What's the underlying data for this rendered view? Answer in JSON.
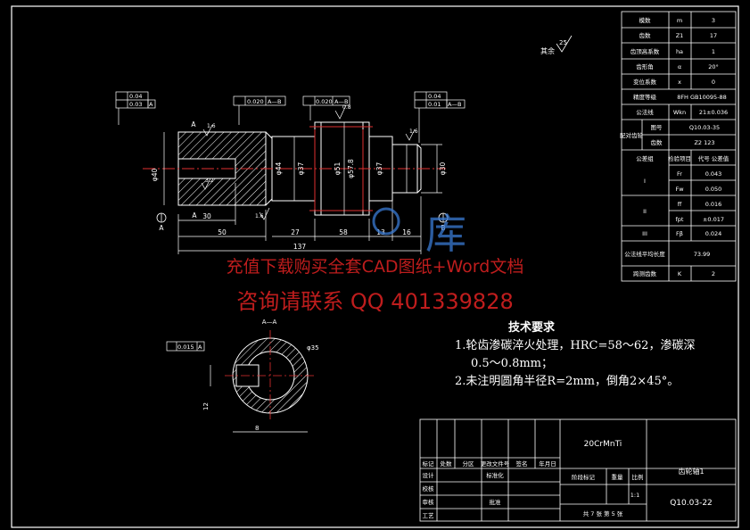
{
  "section_label": "A—A",
  "other_roughness": "其余",
  "roughness": {
    "other": "25",
    "teeth": "0.8",
    "bore": "1.6",
    "keyway": "3.2",
    "right_face": "1.6",
    "left_face": "1.6"
  },
  "tolerance_frames": {
    "left_runout": "0.04",
    "left_cyl": "0.03",
    "left_datum": "A",
    "dim1_val": "0.020",
    "dim1_ref": "A—B",
    "gear_val": "0.020",
    "gear_ref": "A—B",
    "right_runout": "0.04",
    "right_cyl": "0.01",
    "right_ref": "A—B",
    "sym_val": "0.015",
    "sym_ref": "A"
  },
  "dims": {
    "d40": "φ40",
    "d44": "φ44",
    "d37a": "φ37",
    "d51": "φ51",
    "d57": "φ57.8",
    "d37b": "φ37",
    "d30": "φ30",
    "l30": "30",
    "l50": "50",
    "l27": "27",
    "l58": "58",
    "l13": "13",
    "l16": "16",
    "l137": "137",
    "kw_width": "8",
    "kw_depth": "12",
    "kw_dia": "φ35",
    "section_a": "A",
    "section_a2": "A",
    "datum_a": "A",
    "datum_b": "B"
  },
  "params": [
    [
      "模数",
      "m",
      "3"
    ],
    [
      "齿数",
      "Z1",
      "17"
    ],
    [
      "齿顶高系数",
      "ha",
      "1"
    ],
    [
      "齿形角",
      "α",
      "20°"
    ],
    [
      "变位系数",
      "x",
      "0"
    ],
    [
      "精度等级",
      "8FH GB10095-88",
      ""
    ],
    [
      "公法线",
      "Wkn",
      "21±0.036"
    ],
    [
      "配对齿轮",
      "图号",
      "Q10.03-35"
    ],
    [
      "",
      "齿数",
      "Z2 123"
    ],
    [
      "公差组",
      "检验项目",
      "代号 公差值"
    ],
    [
      "I",
      "Fr",
      "0.043"
    ],
    [
      "",
      "Fw",
      "0.050"
    ],
    [
      "II",
      "ff",
      "0.016"
    ],
    [
      "",
      "fpt",
      "±0.017"
    ],
    [
      "III",
      "Fβ",
      "0.024"
    ],
    [
      "公法线平均长度",
      "",
      "73.99"
    ],
    [
      "跨测齿数",
      "K",
      "2"
    ]
  ],
  "tech": {
    "title": "技术要求",
    "line1": "1.轮齿渗碳淬火处理，HRC=58～62，渗碳深",
    "line2": "0.5～0.8mm；",
    "line3": "2.未注明圆角半径R=2mm，倒角2×45°。"
  },
  "title_block": {
    "material": "20CrMnTi",
    "part_name": "齿轮轴1",
    "drawing_no": "Q10.03-22",
    "scale_label": "比例",
    "weight_label": "重量",
    "stage_label": "阶段标记",
    "scale": "1:1",
    "sheets": "共 7 张  第 5 张",
    "row_labels": [
      "标记",
      "处数",
      "分区",
      "更改文件号",
      "签名",
      "年月日"
    ],
    "side_labels": [
      "设计",
      "校核",
      "审核",
      "工艺"
    ],
    "std_label": "标准化",
    "approve_label": "批准"
  },
  "watermark": {
    "line1": "充值下载购买全套CAD图纸+Word文档",
    "line2": "咨询请联系 QQ 401339828",
    "logo": "库"
  }
}
